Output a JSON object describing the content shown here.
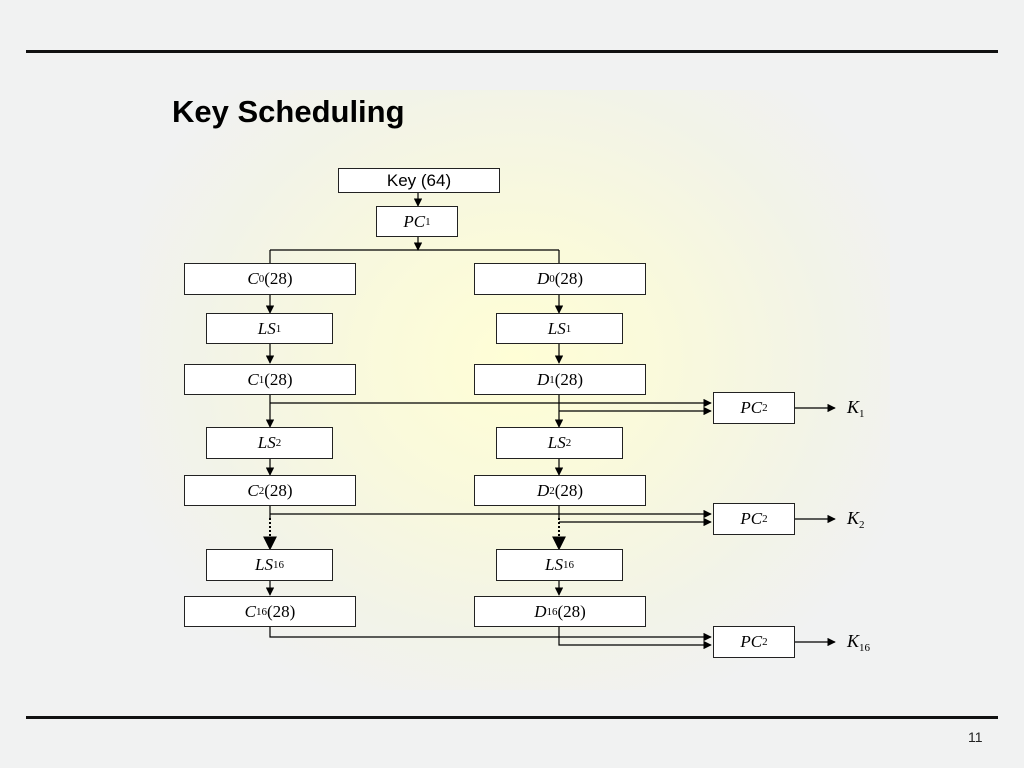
{
  "title": "Key Scheduling",
  "page_number": "11",
  "diagram": {
    "key_box": {
      "text": "Key (64)"
    },
    "pc1_box": {
      "main": "PC",
      "sub": "1"
    },
    "c_left": [
      {
        "main": "C",
        "sub": "0",
        "tail": "(28)"
      },
      {
        "main": "C",
        "sub": "1",
        "tail": "(28)"
      },
      {
        "main": "C",
        "sub": "2",
        "tail": "(28)"
      },
      {
        "main": "C",
        "sub": "16",
        "tail": "(28)"
      }
    ],
    "d_right": [
      {
        "main": "D",
        "sub": "0",
        "tail": "(28)"
      },
      {
        "main": "D",
        "sub": "1",
        "tail": "(28)"
      },
      {
        "main": "D",
        "sub": "2",
        "tail": "(28)"
      },
      {
        "main": "D",
        "sub": "16",
        "tail": "(28)"
      }
    ],
    "ls_left": [
      {
        "main": "LS",
        "sub": "1"
      },
      {
        "main": "LS",
        "sub": "2"
      },
      {
        "main": "LS",
        "sub": "16"
      }
    ],
    "ls_right": [
      {
        "main": "LS",
        "sub": "1"
      },
      {
        "main": "LS",
        "sub": "2"
      },
      {
        "main": "LS",
        "sub": "16"
      }
    ],
    "pc2_boxes": [
      {
        "main": "PC",
        "sub": "2"
      },
      {
        "main": "PC",
        "sub": "2"
      },
      {
        "main": "PC",
        "sub": "2"
      }
    ],
    "k_outputs": [
      {
        "main": "K",
        "sub": "1"
      },
      {
        "main": "K",
        "sub": "2"
      },
      {
        "main": "K",
        "sub": "16"
      }
    ]
  }
}
